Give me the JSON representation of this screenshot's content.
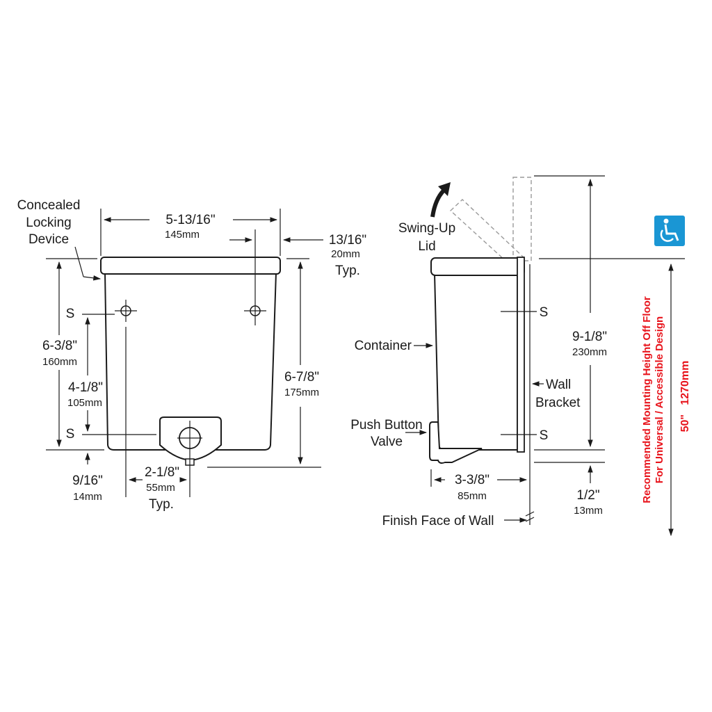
{
  "labels": {
    "concealed_locking_1": "Concealed",
    "concealed_locking_2": "Locking",
    "concealed_locking_3": "Device",
    "width_in": "5-13/16\"",
    "width_mm": "145mm",
    "lid_overhang_in": "13/16\"",
    "lid_overhang_mm": "20mm",
    "lid_overhang_typ": "Typ.",
    "s_upper_front": "S",
    "s_lower_front": "S",
    "height_total_in": "6-3/8\"",
    "height_total_mm": "160mm",
    "mount_spacing_in": "4-1/8\"",
    "mount_spacing_mm": "105mm",
    "height_right_in": "6-7/8\"",
    "height_right_mm": "175mm",
    "bottom_offset_in": "9/16\"",
    "bottom_offset_mm": "14mm",
    "valve_offset_in": "2-1/8\"",
    "valve_offset_mm": "55mm",
    "valve_offset_typ": "Typ.",
    "swing_up_1": "Swing-Up",
    "swing_up_2": "Lid",
    "container": "Container",
    "wall_bracket_1": "Wall",
    "wall_bracket_2": "Bracket",
    "push_button_1": "Push Button",
    "push_button_2": "Valve",
    "s_upper_side": "S",
    "s_lower_side": "S",
    "lid_clearance_in": "9-1/8\"",
    "lid_clearance_mm": "230mm",
    "depth_in": "3-3/8\"",
    "depth_mm": "85mm",
    "half_in": "1/2\"",
    "half_mm": "13mm",
    "finish_face": "Finish Face of Wall",
    "mount_height_line1": "Recommended Mounting Height Off Floor",
    "mount_height_line2": "For Universal / Accessible Design",
    "mount_height_value": "50\"   1270mm"
  },
  "icons": {
    "accessibility": "wheelchair-icon",
    "accessibility_color": "#1a96d4"
  },
  "colors": {
    "accent_red": "#e8141c",
    "line": "#1a1a1a"
  }
}
